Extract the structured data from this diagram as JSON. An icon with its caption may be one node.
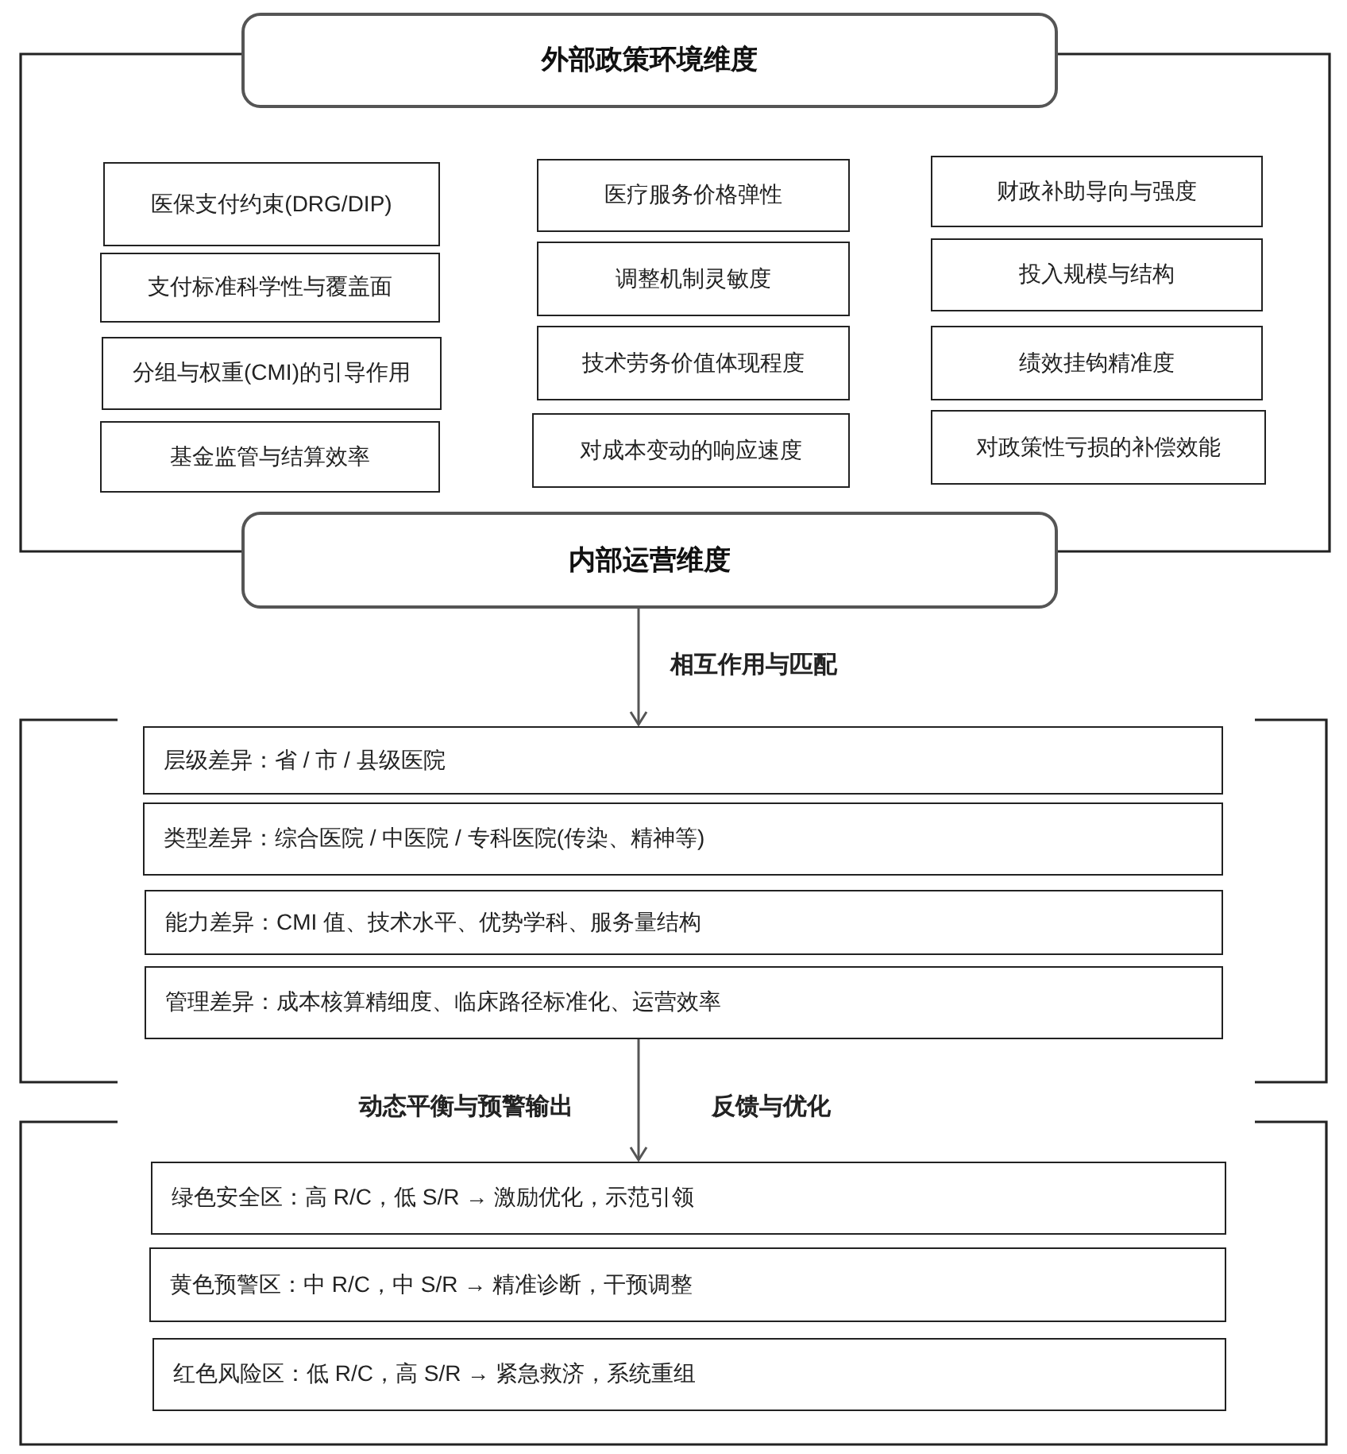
{
  "diagram": {
    "nodes": [
      {
        "text": [],
        "shape": "box"
      },
      {
        "text": [
          "外部政策环境维度"
        ]
      },
      {
        "text": [
          "医保支付约束(DRG/DIP)"
        ],
        "in": 0
      },
      {
        "text": [
          "医疗服务价格弹性"
        ],
        "in": 0
      },
      {
        "text": [
          "财政补助导向与强度"
        ],
        "in": 0
      },
      {
        "text": [
          "支付标准科学性与覆盖面"
        ],
        "in": 0
      },
      {
        "text": [
          "调整机制灵敏度"
        ],
        "in": 0
      },
      {
        "text": [
          "投入规模与结构"
        ],
        "in": 0
      },
      {
        "text": [
          "分组与权重(CMI)的引导作用"
        ],
        "in": 0
      },
      {
        "text": [
          "技术劳务价值体现程度"
        ],
        "in": 0
      },
      {
        "text": [
          "绩效挂钩精准度"
        ],
        "in": 0
      },
      {
        "text": [
          "基金监管与结算效率"
        ],
        "in": 0
      },
      {
        "text": [
          "对成本变动的响应速度"
        ],
        "in": 0
      },
      {
        "text": [
          "对政策性亏损的补偿效能"
        ],
        "in": 0
      },
      {
        "text": [
          "内部运营维度"
        ]
      },
      {
        "text": [],
        "shape": "box"
      },
      {
        "text": [
          "层级差异：省 / 市 / 县级医院"
        ],
        "in": 15
      },
      {
        "text": [
          "类型差异：综合医院 / 中医院 / 专科医院(传染、精神等)"
        ],
        "in": 15
      },
      {
        "text": [
          "能力差异：CMI 值、技术水平、优势学科、服务量结构"
        ],
        "in": 15
      },
      {
        "text": [
          "管理差异：成本核算精细度、临床路径标准化、运营效率"
        ],
        "in": 15
      },
      {
        "text": [],
        "shape": "box"
      },
      {
        "text": [
          "绿色安全区：高 R/C，低 S/R → 激励优化，示范引领"
        ],
        "in": 20
      },
      {
        "text": [
          "黄色预警区：中 R/C，中 S/R → 精准诊断，干预调整"
        ],
        "in": 20
      },
      {
        "text": [
          "红色风险区：低 R/C，高 S/R → 紧急救济，系统重组"
        ],
        "in": 20
      }
    ],
    "edges": [
      {
        "from": 14,
        "to": 16,
        "arrow": "to",
        "label": "相互作用与匹配"
      },
      {
        "from": 19,
        "to": 21,
        "arrow": "to",
        "label": "动态平衡与预警输出"
      }
    ],
    "labels": [
      "反馈与优化"
    ]
  }
}
